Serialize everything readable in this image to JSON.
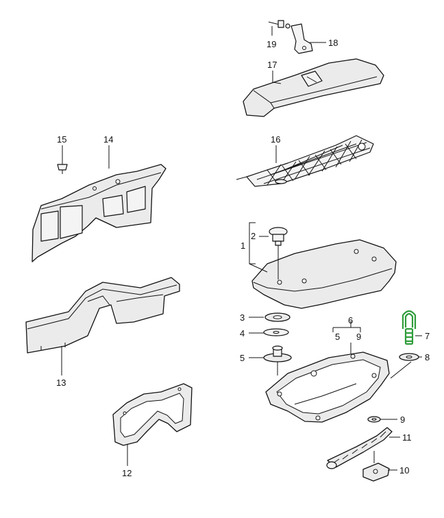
{
  "diagram": {
    "callouts": [
      "1",
      "2",
      "3",
      "4",
      "5",
      "6",
      "5",
      "9",
      "7",
      "8",
      "9",
      "10",
      "11",
      "12",
      "13",
      "14",
      "15",
      "16",
      "17",
      "18",
      "19"
    ],
    "highlight_color": "#2e9c3a",
    "line_color": "#111111"
  }
}
